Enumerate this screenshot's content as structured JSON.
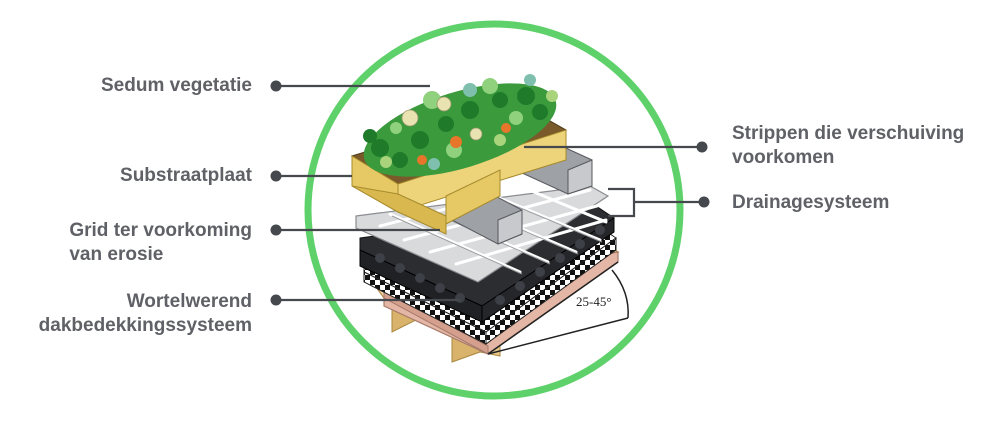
{
  "colors": {
    "circle": "#5fd16a",
    "label_text": "#5f6166",
    "leader": "#45484d",
    "plant_green": "#3a9a3c",
    "substrate": "#e6c964",
    "wood": "#e8c98a",
    "membrane_pink": "#e3b6a5"
  },
  "labels": {
    "sedum": "Sedum vegetatie",
    "substraat": "Substraatplaat",
    "grid_line1": "Grid ter voorkoming",
    "grid_line2": "van erosie",
    "wortel_line1": "Wortelwerend",
    "wortel_line2": "dakbedekkingssysteem",
    "strippen_line1": "Strippen die verschuiving",
    "strippen_line2": "voorkomen",
    "drainage": "Drainagesysteem"
  },
  "angle_label": "25-45°"
}
